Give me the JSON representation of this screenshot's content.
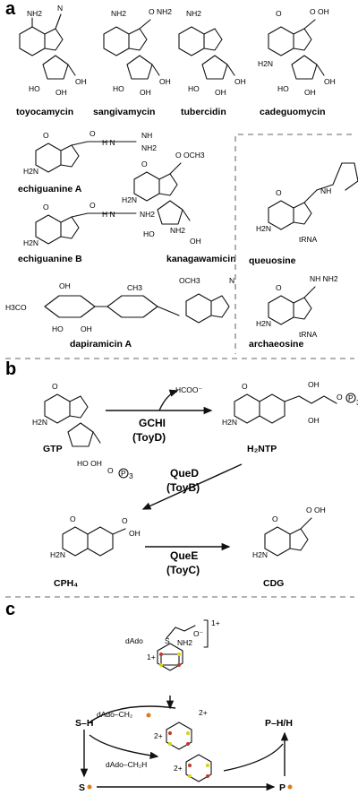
{
  "panels": {
    "a": "a",
    "b": "b",
    "c": "c"
  },
  "compounds": {
    "toyocamycin": "toyocamycin",
    "sangivamycin": "sangivamycin",
    "tubercidin": "tubercidin",
    "cadeguomycin": "cadeguomycin",
    "echiguanine_a": "echiguanine A",
    "echiguanine_b": "echiguanine B",
    "kanagawamicin": "kanagawamicin",
    "dapiramicin_a": "dapiramicin A",
    "queuosine": "queuosine",
    "archaeosine": "archaeosine"
  },
  "pathway": {
    "gtp": "GTP",
    "h2ntp": "H₂NTP",
    "cph4": "CPH₄",
    "cdg": "CDG",
    "byproduct": "HCOO⁻",
    "step1": {
      "enzyme": "GCHI",
      "homolog": "(ToyD)"
    },
    "step2": {
      "enzyme": "QueD",
      "homolog": "(ToyB)"
    },
    "step3": {
      "enzyme": "QueE",
      "homolog": "(ToyC)"
    }
  },
  "mechanism": {
    "substrate_h": "S–H",
    "substrate_radical": "S",
    "product_radical": "P",
    "product_h": "P–H/H",
    "dado": "dAdo",
    "dado_radical": "dAdo–CH₂",
    "dado_h": "dAdo–CH₂H",
    "charge_1plus": "1+",
    "charge_2plus": "2+"
  },
  "colors": {
    "hydrogen_highlight": "#e07b1a",
    "cluster_fe": "#c0392b",
    "cluster_s": "#d4d40a",
    "divider": "#999999"
  }
}
